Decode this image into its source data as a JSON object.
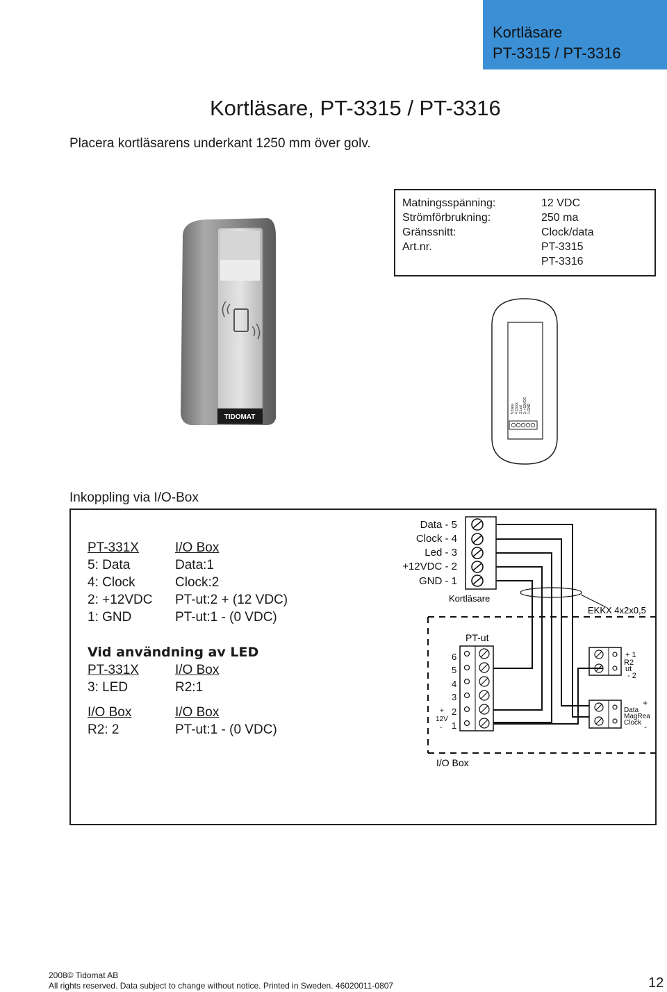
{
  "header": {
    "line1": "Kortläsare",
    "line2": "PT-3315 / PT-3316"
  },
  "title": "Kortläsare, PT-3315 / PT-3316",
  "intro": "Placera kortläsarens underkant 1250 mm över golv.",
  "specs": [
    {
      "label": "Matningsspänning:",
      "value": "12 VDC"
    },
    {
      "label": "Strömförbrukning:",
      "value": "250 ma"
    },
    {
      "label": "Gränssnitt:",
      "value": "Clock/data"
    },
    {
      "label": "Art.nr.",
      "value": "PT-3315"
    },
    {
      "label": "",
      "value": "PT-3316"
    }
  ],
  "reader": {
    "brand": "TIDOMAT",
    "terminal_labels": [
      "5:Data",
      "4:Clock",
      "3:Led",
      "2: +12VDC",
      "1:GND"
    ]
  },
  "section_title": "Inkoppling via I/O-Box",
  "table1": {
    "col1_header": "PT-331X",
    "col2_header": "I/O Box",
    "rows": [
      [
        "5: Data",
        "Data:1"
      ],
      [
        "4: Clock",
        "Clock:2"
      ],
      [
        "2: +12VDC",
        "PT-ut:2 + (12 VDC)"
      ],
      [
        "1: GND",
        "PT-ut:1 - (0 VDC)"
      ]
    ]
  },
  "led_heading": "Vid användning av LED",
  "table2": {
    "col1_header": "PT-331X",
    "col2_header": "I/O Box",
    "rows": [
      [
        "3: LED",
        "R2:1"
      ]
    ]
  },
  "table3": {
    "col1_header": "I/O Box",
    "col2_header": "I/O Box",
    "rows": [
      [
        "R2: 2",
        "PT-ut:1 - (0 VDC)"
      ]
    ]
  },
  "wiring": {
    "reader_terminals": [
      "Data - 5",
      "Clock - 4",
      "Led - 3",
      "+12VDC - 2",
      "GND - 1"
    ],
    "reader_label": "Kortläsare",
    "cable_label": "EKKX 4x2x0,5",
    "ptut_label": "PT-ut",
    "ptut_numbers": [
      "6",
      "5",
      "4",
      "3",
      "2",
      "1"
    ],
    "v12_plus": "+",
    "v12_label": "12V",
    "v12_minus": "-",
    "r2_labels": [
      "+ 1",
      "R2",
      "ut",
      "- 2"
    ],
    "data_labels": [
      "Data",
      "MagRea",
      "Clock",
      "+",
      "-"
    ],
    "iobox_label": "I/O Box"
  },
  "footer": {
    "line1": "2008© Tidomat AB",
    "line2": "All rights reserved. Data subject to change without notice. Printed in Sweden. 46020011-0807",
    "page": "12"
  }
}
